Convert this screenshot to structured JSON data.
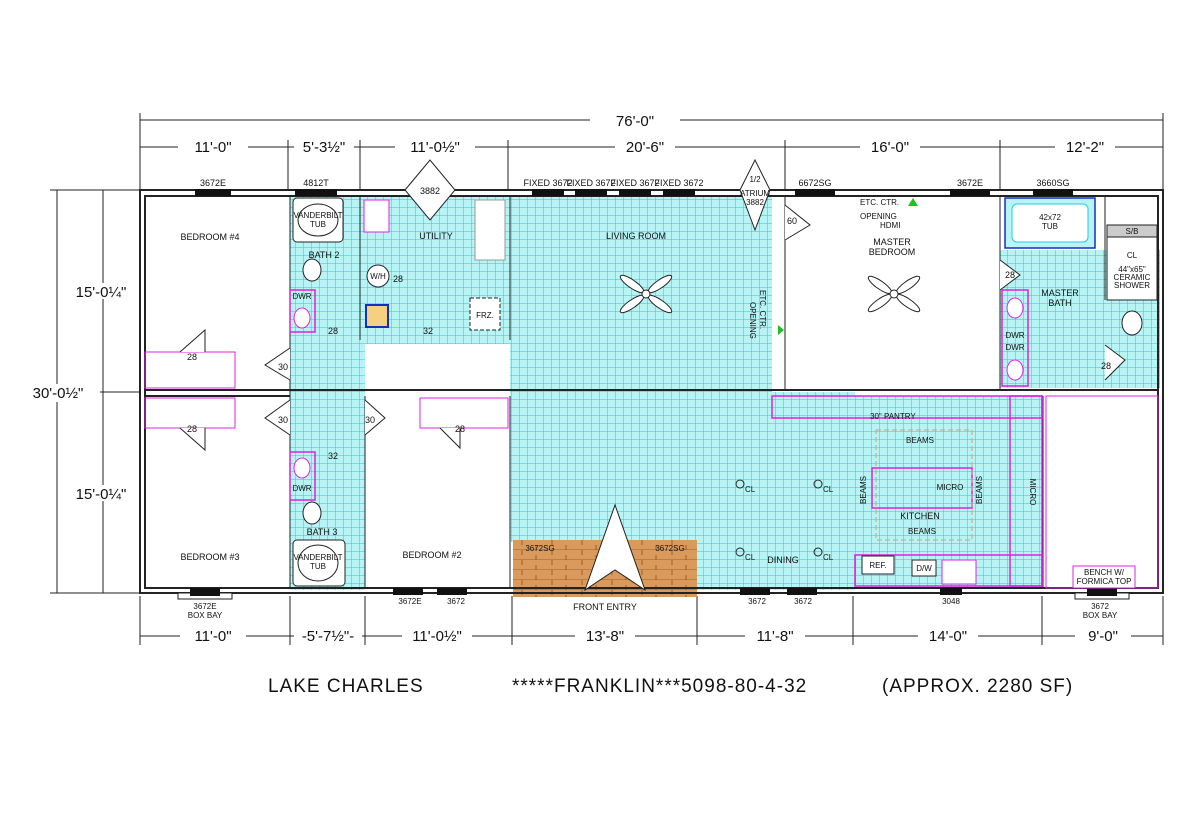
{
  "dimensions": {
    "overall_width": "76'-0\"",
    "overall_depth": "30'-0½\"",
    "left_depths": [
      "15'-0¼\"",
      "15'-0¼\""
    ],
    "top_segments": [
      "11'-0\"",
      "5'-3½\"",
      "11'-0½\"",
      "20'-6\"",
      "16'-0\"",
      "12'-2\""
    ],
    "bottom_segments": [
      "11'-0\"",
      "-5'-7½\"-",
      "11'-0½\"",
      "13'-8\"",
      "11'-8\"",
      "14'-0\"",
      "9'-0\""
    ]
  },
  "windows_top": [
    "3672E",
    "4812T",
    "FIXED 3672",
    "FIXED 3672",
    "FIXED 3672",
    "FIXED 3672",
    "6672SG",
    "3672E",
    "3660SG"
  ],
  "windows_bottom": [
    "3672E",
    "BOX BAY",
    "3672E",
    "3672",
    "3672",
    "3672",
    "3048",
    "3672",
    "BOX BAY"
  ],
  "doors": {
    "utility_door": "3882",
    "atrium": "1/2",
    "atrium_label": "ATRIUM",
    "atrium_size": "3882",
    "front_left": "3672SG",
    "front_right": "3672SG",
    "d28": "28",
    "d30": "30",
    "d32": "32",
    "d60": "60"
  },
  "rooms": {
    "bedroom4": "BEDROOM #4",
    "bedroom3": "BEDROOM #3",
    "bedroom2": "BEDROOM #2",
    "bath2": "BATH 2",
    "bath3": "BATH 3",
    "utility": "UTILITY",
    "living": "LIVING ROOM",
    "master_bedroom": [
      "MASTER",
      "BEDROOM"
    ],
    "master_bath": [
      "MASTER",
      "BATH"
    ],
    "kitchen": "KITCHEN",
    "dining": "DINING",
    "front_entry": "FRONT ENTRY"
  },
  "fixtures": {
    "vanderbilt_tub": [
      "VANDERBILT",
      "TUB"
    ],
    "wh": "W/H",
    "frz": "FRZ.",
    "dwr": "DWR",
    "tub_42x72": [
      "42x72",
      "TUB"
    ],
    "shower": [
      "CL",
      "44\"x65\"",
      "CERAMIC",
      "SHOWER"
    ],
    "etc_ctr": "ETC. CTR.",
    "opening": "OPENING",
    "hdmi": "HDMI",
    "pantry": "30\" PANTRY",
    "beams": "BEAMS",
    "micro": "MICRO",
    "ref": "REF.",
    "dw": "D/W",
    "cl": "CL",
    "bench": [
      "BENCH W/",
      "FORMICA TOP"
    ],
    "sb": "S/B"
  },
  "title": {
    "model": "LAKE CHARLES",
    "code": "*****FRANKLIN***5098-80-4-32",
    "area": "(APPROX. 2280 SF)"
  },
  "colors": {
    "tile": "#a8f0f0",
    "grid": "#30d0e0",
    "magenta": "#e020e0",
    "wood": "#d2955a"
  }
}
